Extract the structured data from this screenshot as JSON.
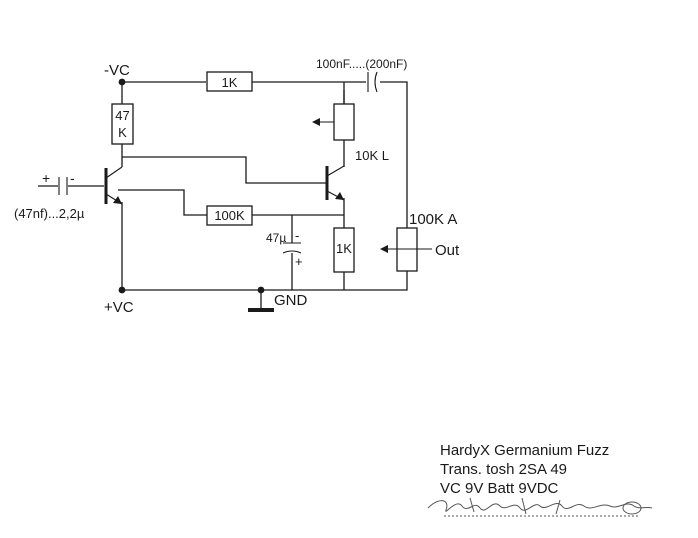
{
  "labels": {
    "neg_vc": "-VC",
    "pos_vc": "+VC",
    "gnd": "GND",
    "r_top": "1K",
    "cap_top": "100nF.....(200nF)",
    "r47_line1": "47",
    "r47_line2": "K",
    "pot_10k": "10K L",
    "input_plus": "+",
    "input_minus": "-",
    "input_cap": "(47nf)...2,2µ",
    "r_100k": "100K",
    "cap_47": "47µ",
    "cap_47_minus": "-",
    "cap_47_plus": "+",
    "r_1k_emitter": "1K",
    "pot_100k": "100K A",
    "out": "Out"
  },
  "notes": {
    "line1": "HardyX  Germanium Fuzz",
    "line2": "Trans. tosh 2SA 49",
    "line3": "VC 9V Batt 9VDC"
  }
}
